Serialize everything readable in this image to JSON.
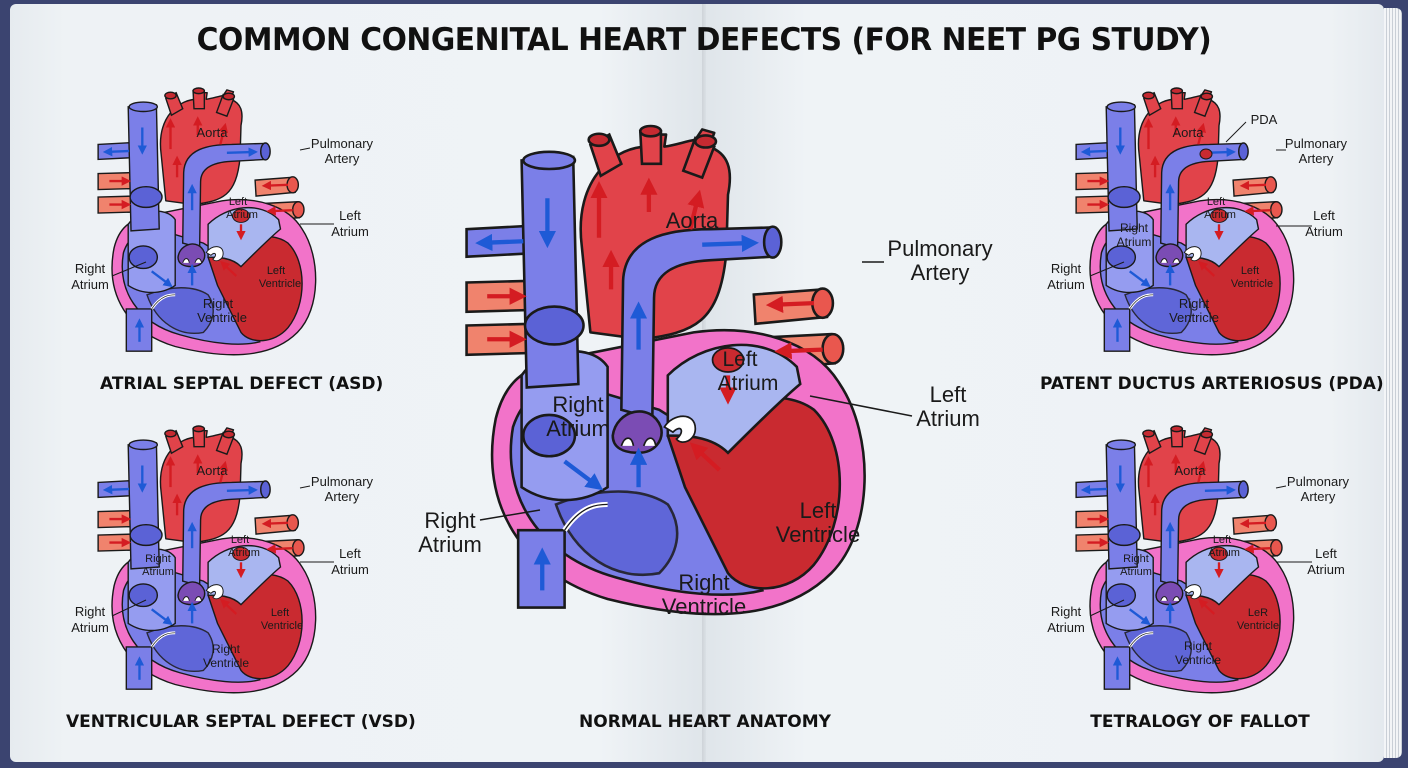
{
  "title": "COMMON CONGENITAL HEART DEFECTS (FOR NEET PG STUDY)",
  "colors": {
    "oxygenated": "#e1434a",
    "deoxygenated": "#7b7fe8",
    "wall": "#f273c9",
    "left_ventricle": "#c92a30",
    "arrow_blue": "#1e5ad6",
    "arrow_red": "#d41c22",
    "valve": "#7b4cb4"
  },
  "diagrams": {
    "asd": {
      "caption": "ATRIAL SEPTAL DEFECT (ASD)",
      "labels": {
        "aorta": "Aorta",
        "pulm1": "Pulmonary",
        "pulm2": "Artery",
        "la_in1": "Left",
        "la_in2": "Atrium",
        "la_out1": "Left",
        "la_out2": "Atrium",
        "lv1": "Left",
        "lv2": "Ventricle",
        "ra_in1": "",
        "ra_in2": "",
        "ra_out1": "Right",
        "ra_out2": "Atrium",
        "rv1": "Right",
        "rv2": "Ventricle",
        "extra": ""
      }
    },
    "vsd": {
      "caption": "VENTRICULAR SEPTAL DEFECT (VSD)",
      "labels": {
        "aorta": "Aorta",
        "pulm1": "Pulmonary",
        "pulm2": "Artery",
        "la_in1": "Left",
        "la_in2": "Atrium",
        "la_out1": "Left",
        "la_out2": "Atrium",
        "lv1": "Left",
        "lv2": "Ventricle",
        "ra_in1": "Right",
        "ra_in2": "Atrium",
        "ra_out1": "Right",
        "ra_out2": "Atrium",
        "rv1": "Right",
        "rv2": "Ventricle",
        "extra": ""
      }
    },
    "normal": {
      "caption": "NORMAL HEART ANATOMY",
      "labels": {
        "aorta": "Aorta",
        "pulm1": "Pulmonary",
        "pulm2": "Artery",
        "la_in1": "Left",
        "la_in2": "Atrium",
        "la_out1": "Left",
        "la_out2": "Atrium",
        "lv1": "Left",
        "lv2": "Ventricle",
        "ra_in1": "Right",
        "ra_in2": "Atrium",
        "ra_out1": "Right",
        "ra_out2": "Atrium",
        "rv1": "Right",
        "rv2": "Ventricle",
        "extra": ""
      }
    },
    "pda": {
      "caption": "PATENT DUCTUS ARTERIOSUS (PDA)",
      "labels": {
        "aorta": "Aorta",
        "pulm1": "Pulmonary",
        "pulm2": "Artery",
        "la_in1": "Left",
        "la_in2": "Atrium",
        "la_out1": "Left",
        "la_out2": "Atrium",
        "lv1": "Left",
        "lv2": "Ventricle",
        "ra_in1": "Right",
        "ra_in2": "Atrium",
        "ra_out1": "Right",
        "ra_out2": "Atrium",
        "rv1": "Right",
        "rv2": "Ventricle",
        "extra": "PDA"
      }
    },
    "tof": {
      "caption": "TETRALOGY OF FALLOT",
      "labels": {
        "aorta": "Aorta",
        "pulm1": "Pulmonary",
        "pulm2": "Artery",
        "la_in1": "Left",
        "la_in2": "Atrium",
        "la_out1": "Left",
        "la_out2": "Atrium",
        "lv1": "LeR",
        "lv2": "Ventricle",
        "ra_in1": "Right",
        "ra_in2": "Atrium",
        "ra_out1": "Right",
        "ra_out2": "Atrium",
        "rv1": "Right",
        "rv2": "Ventricle",
        "extra": ""
      }
    }
  }
}
